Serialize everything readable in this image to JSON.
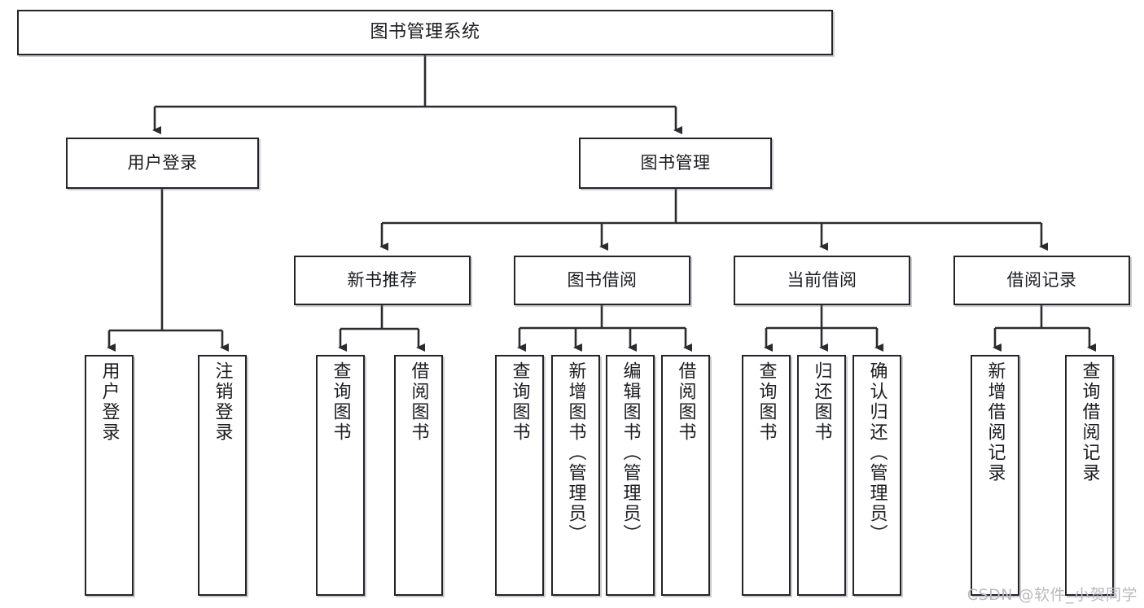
{
  "diagram": {
    "title": "图书管理系统",
    "type": "tree-hierarchy-diagram",
    "colors": {
      "box_border": "#23242a",
      "box_fill": "#ffffff",
      "edge": "#2b2c30",
      "text": "#1b1c20",
      "watermark": "#b9babd",
      "background": "#ffffff"
    },
    "root": {
      "label": "图书管理系统"
    },
    "level2": [
      {
        "label": "用户登录"
      },
      {
        "label": "图书管理"
      }
    ],
    "level3": [
      {
        "label": "新书推荐"
      },
      {
        "label": "图书借阅"
      },
      {
        "label": "当前借阅"
      },
      {
        "label": "借阅记录"
      }
    ],
    "leaves": {
      "user_login": [
        {
          "label": "用户登录"
        },
        {
          "label": "注销登录"
        }
      ],
      "new_book_recommend": [
        {
          "label": "查询图书"
        },
        {
          "label": "借阅图书"
        }
      ],
      "book_borrow": [
        {
          "label": "查询图书"
        },
        {
          "label": "新增图书（管理员）"
        },
        {
          "label": "编辑图书（管理员）"
        },
        {
          "label": "借阅图书"
        }
      ],
      "current_borrow": [
        {
          "label": "查询图书"
        },
        {
          "label": "归还图书"
        },
        {
          "label": "确认归还（管理员）"
        }
      ],
      "borrow_records": [
        {
          "label": "新增借阅记录"
        },
        {
          "label": "查询借阅记录"
        }
      ]
    },
    "watermark": "CSDN @软件_小贺同学"
  }
}
